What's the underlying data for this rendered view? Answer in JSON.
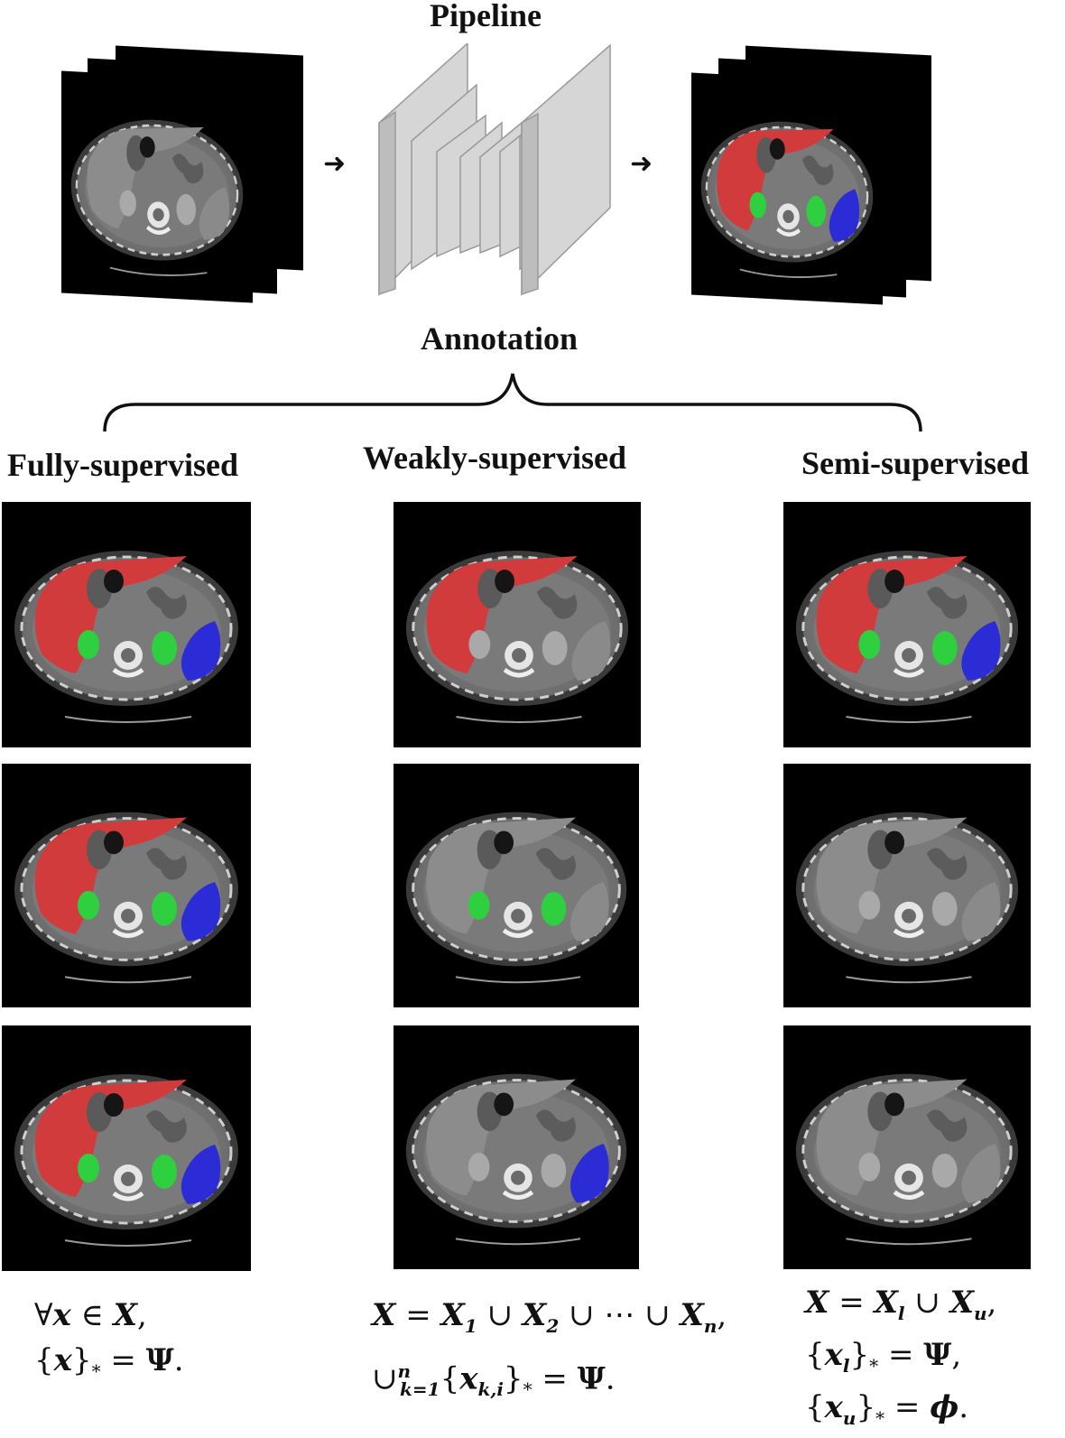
{
  "pipeline": {
    "label": "Pipeline"
  },
  "annotation": {
    "label": "Annotation"
  },
  "columns": {
    "fully": {
      "heading": "Fully-supervised"
    },
    "weakly": {
      "heading": "Weakly-supervised"
    },
    "semi": {
      "heading": "Semi-supervised"
    }
  },
  "formulas": {
    "fully": [
      "∀x ∈ X,",
      "{x}* = Ψ."
    ],
    "weakly": [
      "X = X1 ∪ X2 ∪ ⋯ ∪ Xn,",
      "∪nk=1{xk,i}* = Ψ."
    ],
    "semi": [
      "X = Xl ∪ Xu,",
      "{xl}* = Ψ,",
      "{xu}* = ϕ."
    ]
  },
  "colors": {
    "liver": "#d23b3b",
    "kidney": "#2fd040",
    "spleen": "#2c2cd6",
    "background": "#000000",
    "network": "#c8c8c8"
  },
  "panels": {
    "input_stack": {
      "labels": []
    },
    "output_stack": {
      "labels": [
        "liver",
        "kidney",
        "spleen"
      ]
    },
    "fully": [
      {
        "labels": [
          "liver",
          "kidney",
          "spleen"
        ]
      },
      {
        "labels": [
          "liver",
          "kidney",
          "spleen"
        ]
      },
      {
        "labels": [
          "liver",
          "kidney",
          "spleen"
        ]
      }
    ],
    "weakly": [
      {
        "labels": [
          "liver"
        ]
      },
      {
        "labels": [
          "kidney"
        ]
      },
      {
        "labels": [
          "spleen"
        ]
      }
    ],
    "semi": [
      {
        "labels": [
          "liver",
          "kidney",
          "spleen"
        ]
      },
      {
        "labels": []
      },
      {
        "labels": []
      }
    ]
  }
}
